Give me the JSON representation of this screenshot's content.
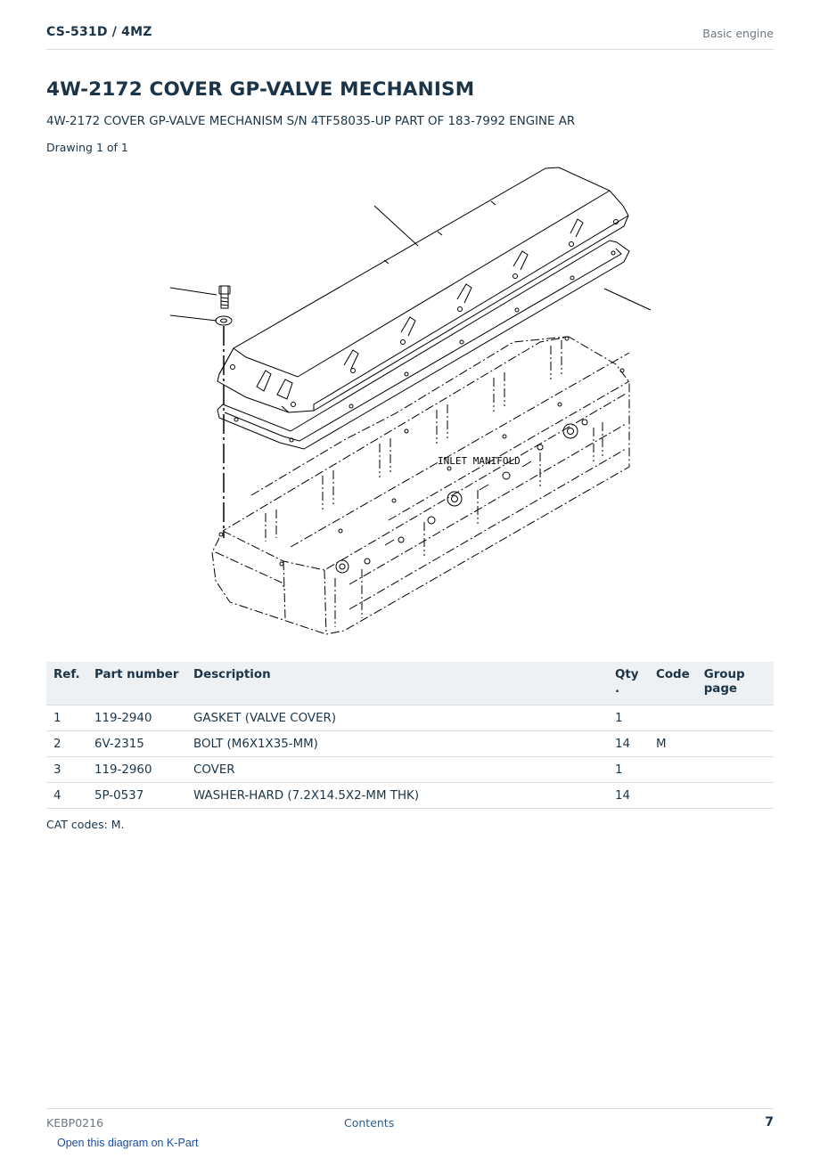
{
  "header": {
    "model": "CS-531D  /  4MZ",
    "section": "Basic engine"
  },
  "title": "4W-2172 COVER GP-VALVE MECHANISM",
  "subtitle": "4W-2172 COVER GP-VALVE MECHANISM S/N 4TF58035-UP PART OF 183-7992 ENGINE AR",
  "drawing_label": "Drawing 1 of 1",
  "diagram": {
    "annotation": "INLET MANIFOLD"
  },
  "table": {
    "headers": {
      "ref": "Ref.",
      "part_number": "Part number",
      "description": "Description",
      "qty_line1": "Qty",
      "qty_line2": ".",
      "code": "Code",
      "group_page_line1": "Group",
      "group_page_line2": "page"
    },
    "rows": [
      {
        "ref": "1",
        "part_number": "119-2940",
        "description": "GASKET (VALVE COVER)",
        "qty": "1",
        "code": "",
        "group_page": ""
      },
      {
        "ref": "2",
        "part_number": "6V-2315",
        "description": "BOLT (M6X1X35-MM)",
        "qty": "14",
        "code": "M",
        "group_page": ""
      },
      {
        "ref": "3",
        "part_number": "119-2960",
        "description": "COVER",
        "qty": "1",
        "code": "",
        "group_page": ""
      },
      {
        "ref": "4",
        "part_number": "5P-0537",
        "description": "WASHER-HARD (7.2X14.5X2-MM THK)",
        "qty": "14",
        "code": "",
        "group_page": ""
      }
    ]
  },
  "cat_codes": "CAT codes: M.",
  "footer": {
    "doc_id": "KEBP0216",
    "contents_link": "Contents",
    "page_number": "7"
  },
  "kpart_link": "Open this diagram on K-Part"
}
